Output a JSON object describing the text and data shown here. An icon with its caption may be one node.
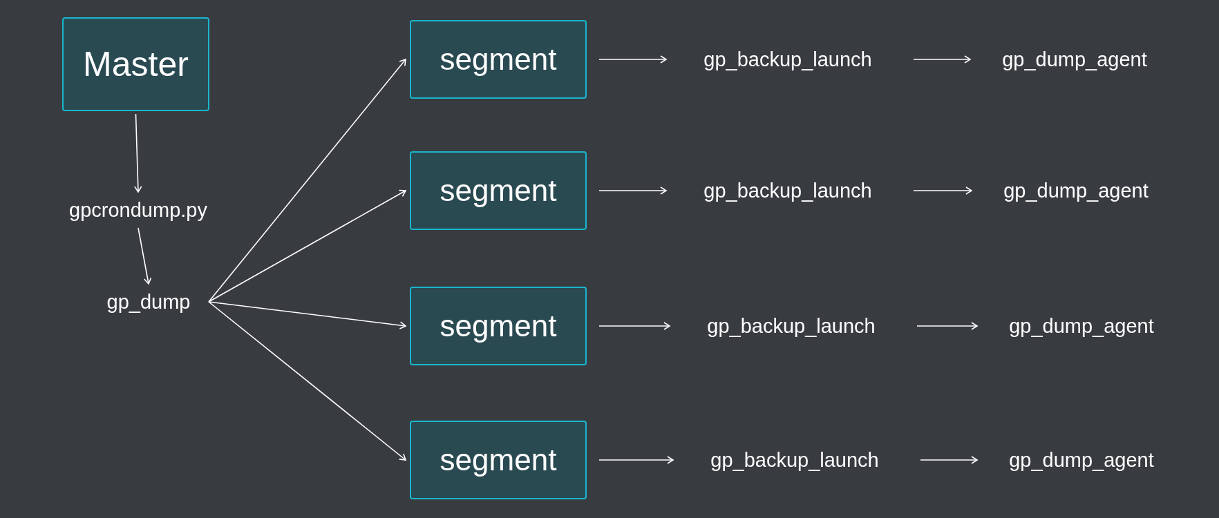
{
  "diagram": {
    "nodes": [
      {
        "text": [
          "Master"
        ]
      },
      {
        "text": [
          "gpcrondump.py"
        ]
      },
      {
        "text": [
          "gp_dump"
        ]
      },
      {
        "text": [
          "segment"
        ]
      },
      {
        "text": [
          "segment"
        ]
      },
      {
        "text": [
          "segment"
        ]
      },
      {
        "text": [
          "segment"
        ]
      },
      {
        "text": [
          "gp_backup_launch"
        ]
      },
      {
        "text": [
          "gp_dump_agent"
        ]
      },
      {
        "text": [
          "gp_backup_launch"
        ]
      },
      {
        "text": [
          "gp_dump_agent"
        ]
      },
      {
        "text": [
          "gp_backup_launch"
        ]
      },
      {
        "text": [
          "gp_dump_agent"
        ]
      },
      {
        "text": [
          "gp_backup_launch"
        ]
      },
      {
        "text": [
          "gp_dump_agent"
        ]
      }
    ],
    "edges": [
      {
        "from": 0,
        "to": 1,
        "arrow": "to"
      },
      {
        "from": 1,
        "to": 2,
        "arrow": "to"
      },
      {
        "from": 2,
        "to": 3,
        "arrow": "to"
      },
      {
        "from": 2,
        "to": 4,
        "arrow": "to"
      },
      {
        "from": 2,
        "to": 5,
        "arrow": "to"
      },
      {
        "from": 2,
        "to": 6,
        "arrow": "to"
      },
      {
        "from": 3,
        "to": 7,
        "arrow": "to"
      },
      {
        "from": 7,
        "to": 8,
        "arrow": "to"
      },
      {
        "from": 4,
        "to": 9,
        "arrow": "to"
      },
      {
        "from": 9,
        "to": 10,
        "arrow": "to"
      },
      {
        "from": 5,
        "to": 11,
        "arrow": "to"
      },
      {
        "from": 11,
        "to": 12,
        "arrow": "to"
      },
      {
        "from": 6,
        "to": 13,
        "arrow": "to"
      },
      {
        "from": 13,
        "to": 14,
        "arrow": "to"
      }
    ]
  }
}
